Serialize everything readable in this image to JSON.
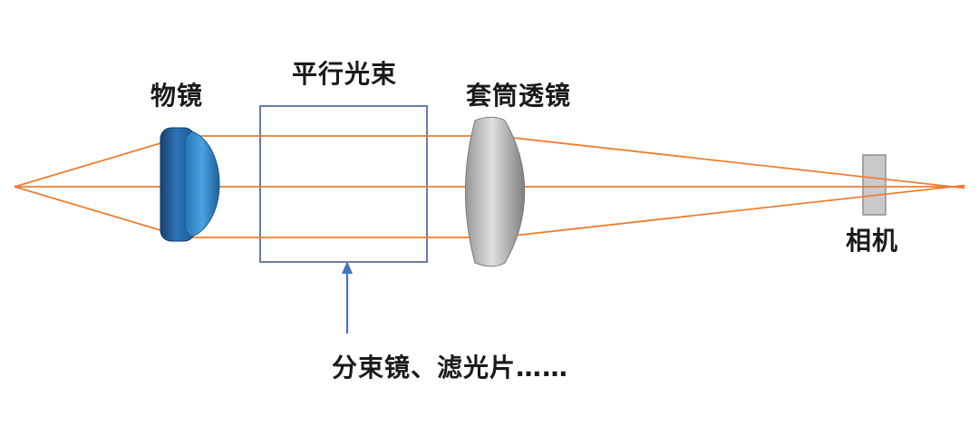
{
  "diagram": {
    "type": "optical-path",
    "labels": {
      "objective": "物镜",
      "parallel_beam": "平行光束",
      "tube_lens": "套筒透镜",
      "camera": "相机",
      "annotation": "分束镜、滤光片……"
    },
    "colors": {
      "ray": "#ED7D31",
      "box_border": "#5B6E99",
      "arrow": "#4472C4",
      "objective_blue": "#2E74B5",
      "tube_lens_gray": "#BFBFBF",
      "camera_gray": "#C9C9C9",
      "text": "#1A1A1A"
    }
  }
}
